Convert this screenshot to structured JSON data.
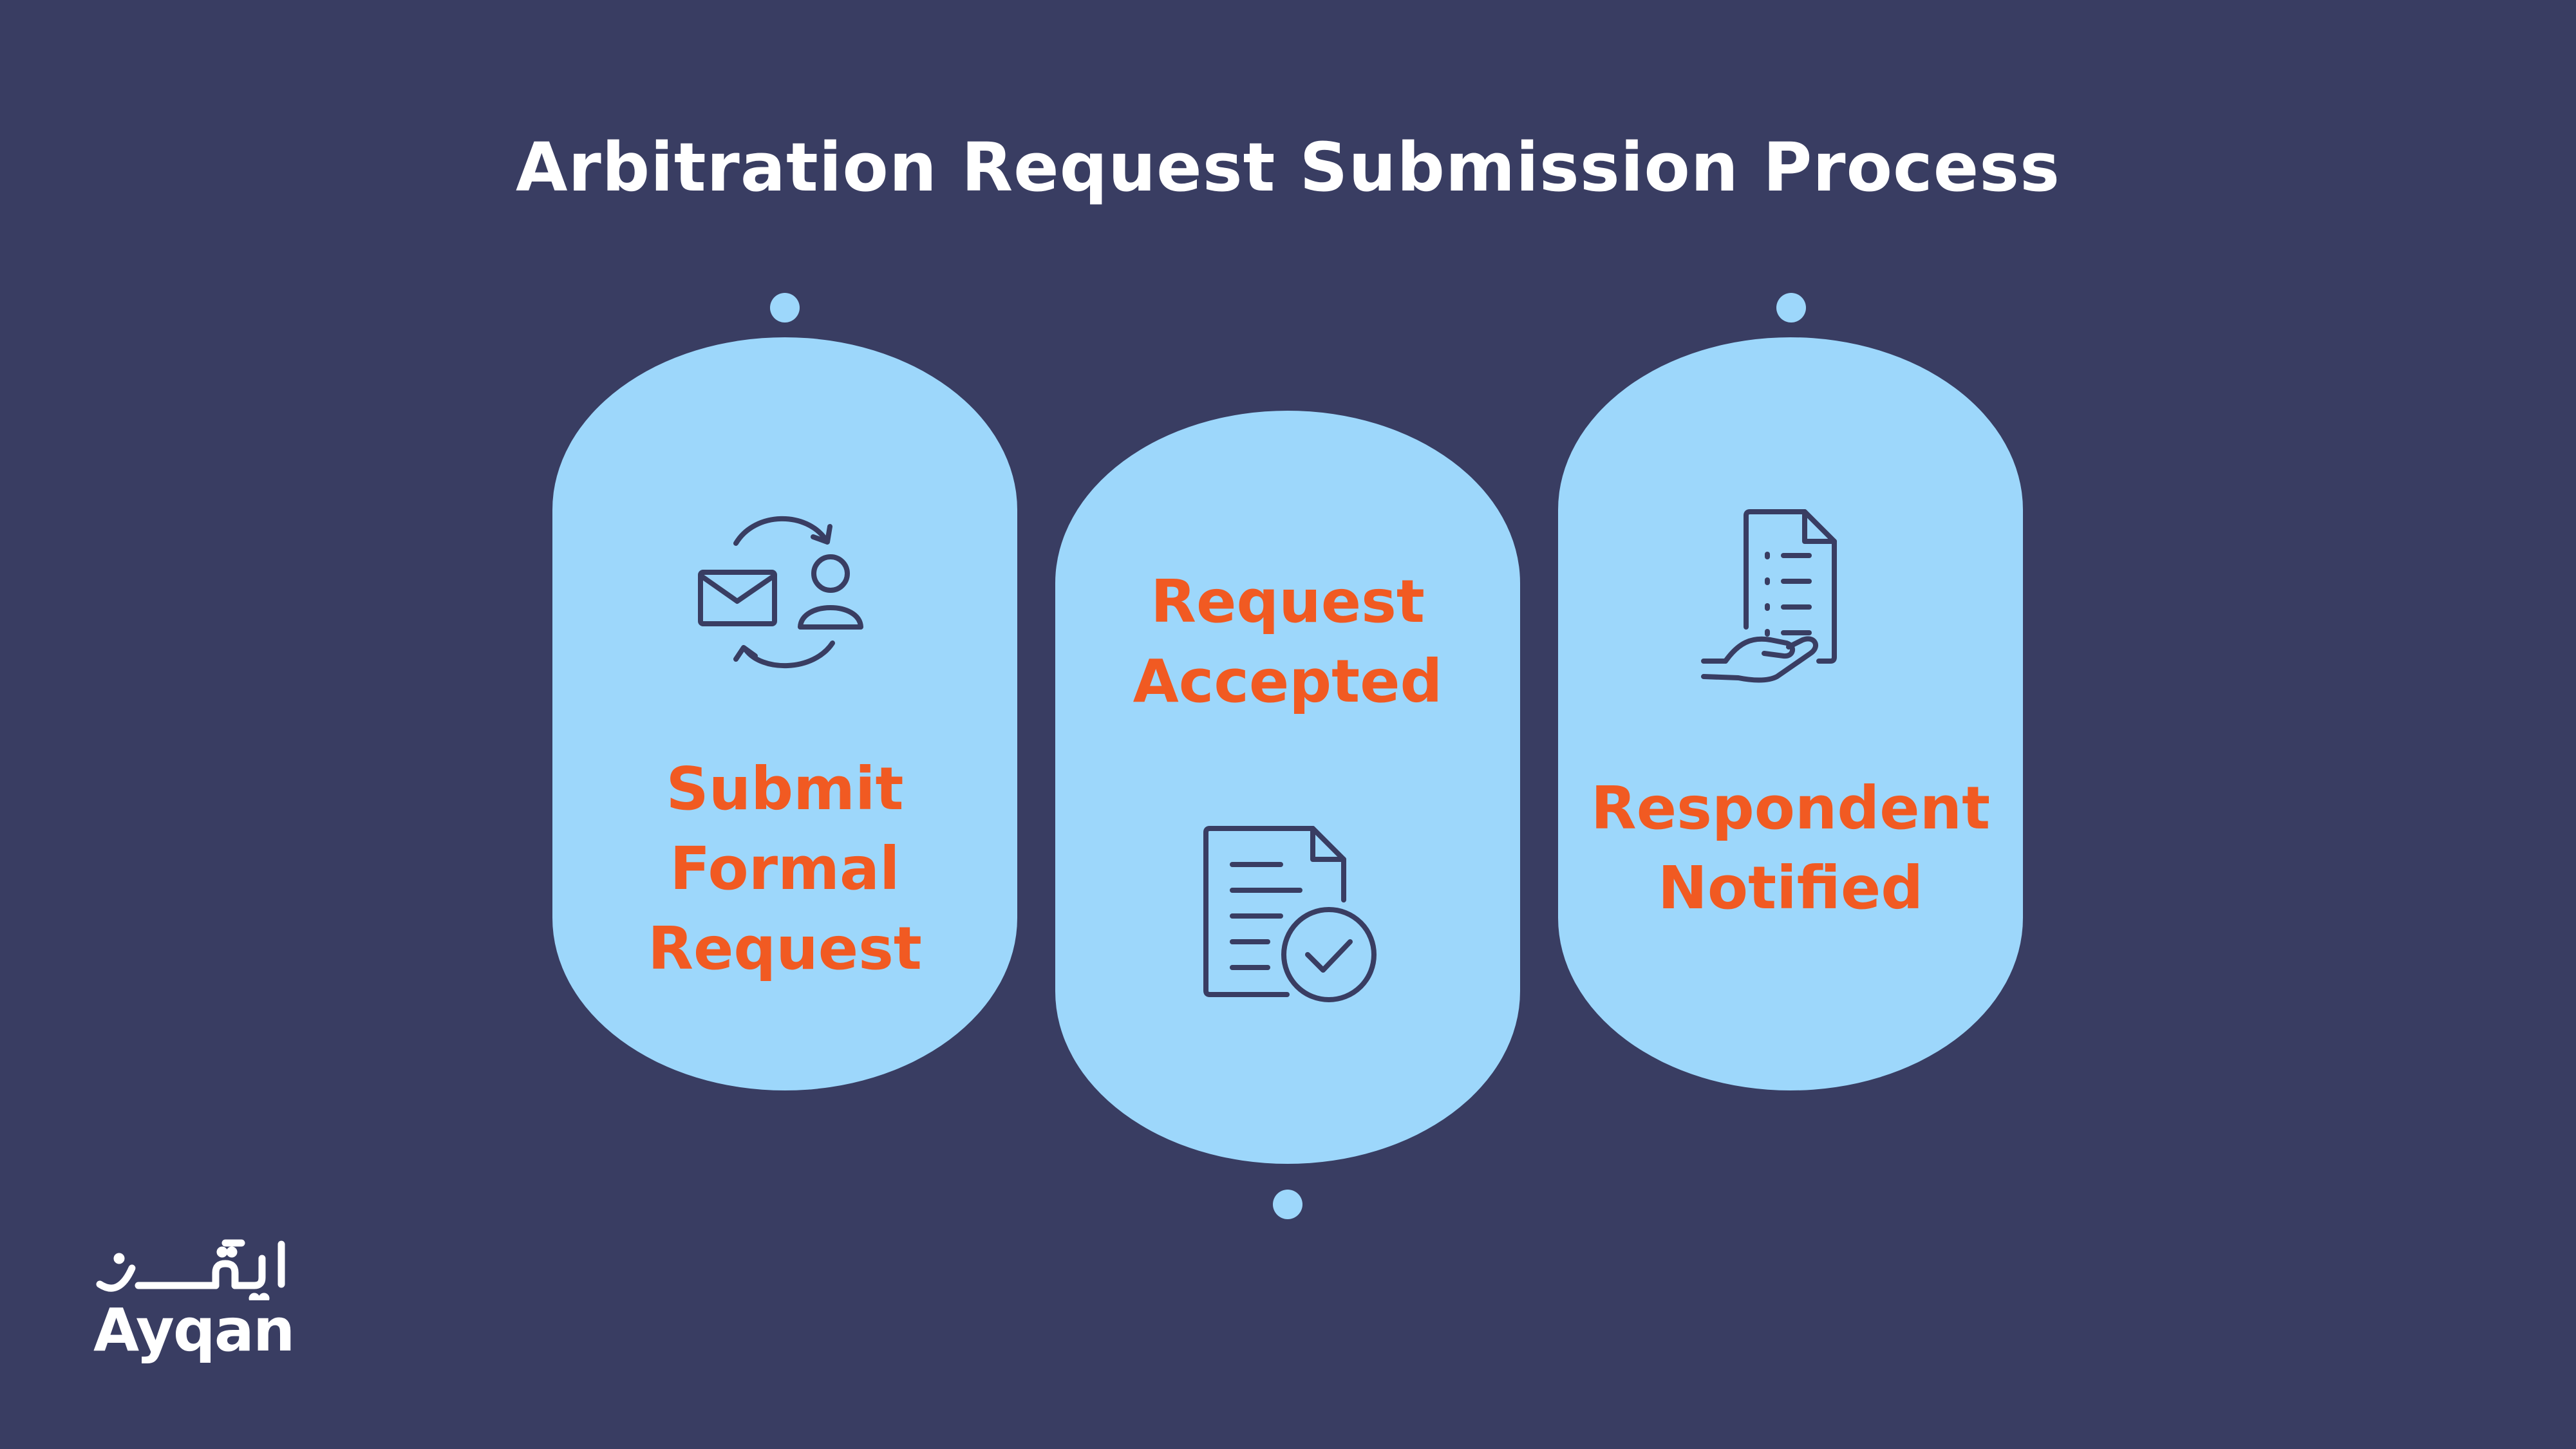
{
  "title": "Arbitration Request Submission Process",
  "steps": [
    {
      "lines": [
        "Submit",
        "Formal",
        "Request"
      ],
      "icon": "mail-exchange-user-icon"
    },
    {
      "lines": [
        "Request",
        "Accepted"
      ],
      "icon": "document-check-icon"
    },
    {
      "lines": [
        "Respondent",
        "Notified"
      ],
      "icon": "hand-document-icon"
    }
  ],
  "logo": {
    "arabic": "ايقن",
    "latin": "Ayqan"
  },
  "colors": {
    "background": "#393d62",
    "pill": "#9dd7fb",
    "label": "#f15a22",
    "icon": "#393d62",
    "title": "#ffffff"
  }
}
